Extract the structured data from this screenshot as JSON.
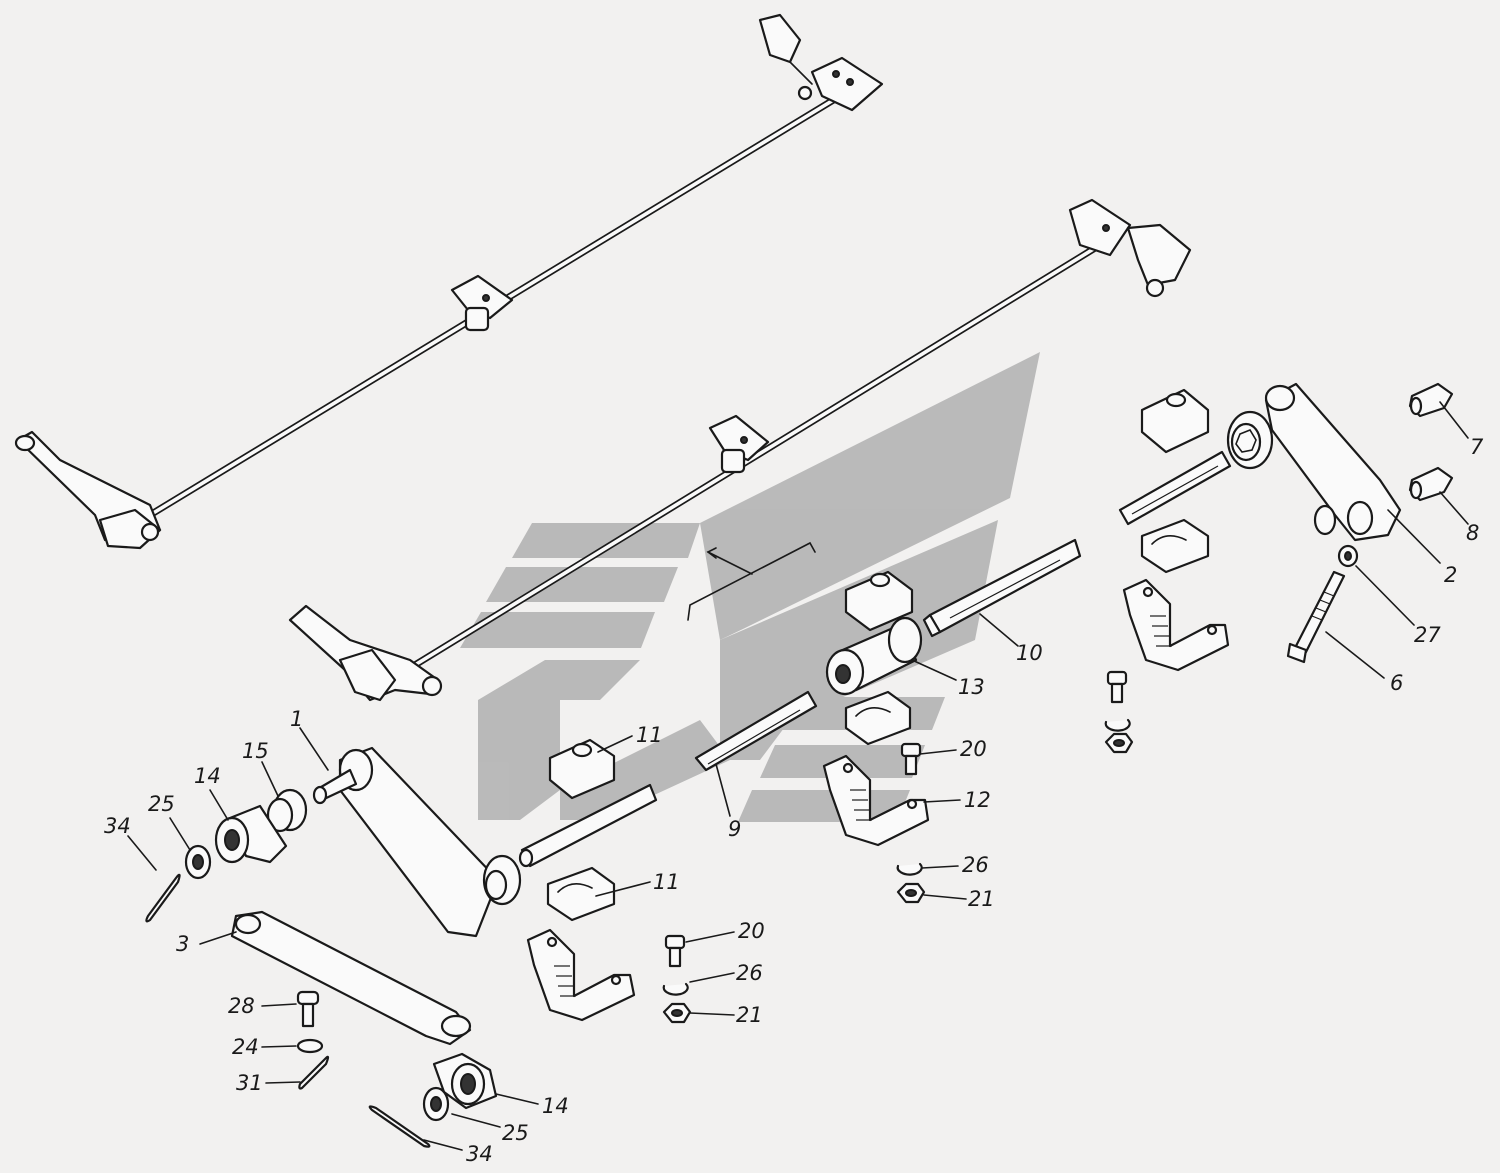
{
  "diagram": {
    "background": "#f2f1f0",
    "ink_color": "#1a1a1a",
    "watermark_color": "#b0b0b0",
    "callouts": [
      {
        "id": "c1",
        "label": "1"
      },
      {
        "id": "c2",
        "label": "2"
      },
      {
        "id": "c3",
        "label": "3"
      },
      {
        "id": "c6",
        "label": "6"
      },
      {
        "id": "c7",
        "label": "7"
      },
      {
        "id": "c8",
        "label": "8"
      },
      {
        "id": "c9",
        "label": "9"
      },
      {
        "id": "c10",
        "label": "10"
      },
      {
        "id": "c11a",
        "label": "11"
      },
      {
        "id": "c11b",
        "label": "11"
      },
      {
        "id": "c12",
        "label": "12"
      },
      {
        "id": "c13",
        "label": "13"
      },
      {
        "id": "c14a",
        "label": "14"
      },
      {
        "id": "c14b",
        "label": "14"
      },
      {
        "id": "c15",
        "label": "15"
      },
      {
        "id": "c20a",
        "label": "20"
      },
      {
        "id": "c20b",
        "label": "20"
      },
      {
        "id": "c21a",
        "label": "21"
      },
      {
        "id": "c21b",
        "label": "21"
      },
      {
        "id": "c24",
        "label": "24"
      },
      {
        "id": "c25a",
        "label": "25"
      },
      {
        "id": "c25b",
        "label": "25"
      },
      {
        "id": "c26a",
        "label": "26"
      },
      {
        "id": "c26b",
        "label": "26"
      },
      {
        "id": "c27",
        "label": "27"
      },
      {
        "id": "c28",
        "label": "28"
      },
      {
        "id": "c31",
        "label": "31"
      },
      {
        "id": "c34a",
        "label": "34"
      },
      {
        "id": "c34b",
        "label": "34"
      }
    ]
  }
}
